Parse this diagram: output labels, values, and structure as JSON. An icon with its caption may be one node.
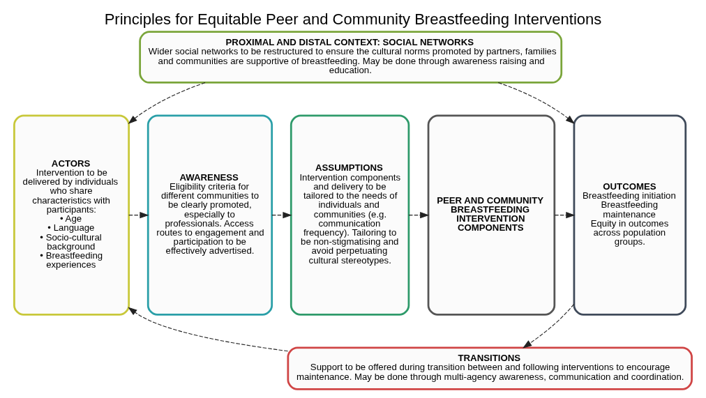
{
  "diagram": {
    "title": "Principles for Equitable Peer and Community Breastfeeding Interventions",
    "nodes": [
      {
        "text": [
          "PROXIMAL AND DISTAL CONTEXT: SOCIAL NETWORKS",
          "Wider social networks to be restructured to ensure the cultural norms promoted by partners, families and communities are supportive of breastfeeding. May be done through awareness raising and education."
        ]
      },
      {
        "text": [
          "ACTORS",
          "Intervention to be delivered by individuals who share characteristics with participants:",
          "• Age",
          "• Language",
          "• Socio-cultural background",
          "• Breastfeeding experiences"
        ]
      },
      {
        "text": [
          "AWARENESS",
          "Eligibility criteria for different communities to be clearly promoted, especially to professionals. Access routes to engagement and participation to be effectively advertised."
        ]
      },
      {
        "text": [
          "ASSUMPTIONS",
          "Intervention components and delivery to be tailored to the needs of individuals and communities (e.g. communication frequency). Tailoring to be non-stigmatising and avoid perpetuating cultural stereotypes."
        ]
      },
      {
        "text": [
          "PEER AND COMMUNITY BREASTFEEDING INTERVENTION COMPONENTS"
        ]
      },
      {
        "text": [
          "OUTCOMES",
          "Breastfeeding initiation",
          "Breastfeeding maintenance",
          "Equity in outcomes across population groups."
        ]
      },
      {
        "text": [
          "TRANSITIONS",
          "Support to be offered during transition between and following interventions to encourage maintenance. May be done through multi-agency awareness, communication and coordination."
        ]
      }
    ],
    "edges": [
      {
        "from": 0,
        "to": 1,
        "arrow": "to",
        "style": "dashed"
      },
      {
        "from": 1,
        "to": 2,
        "arrow": "to",
        "style": "dashed"
      },
      {
        "from": 2,
        "to": 3,
        "arrow": "to",
        "style": "dashed"
      },
      {
        "from": 3,
        "to": 4,
        "arrow": "to",
        "style": "dashed"
      },
      {
        "from": 4,
        "to": 5,
        "arrow": "to",
        "style": "dashed"
      },
      {
        "from": 0,
        "to": 5,
        "arrow": "to",
        "style": "dashed"
      },
      {
        "from": 5,
        "to": 6,
        "arrow": "to",
        "style": "dashed"
      },
      {
        "from": 6,
        "to": 1,
        "arrow": "to",
        "style": "dashed"
      }
    ]
  }
}
